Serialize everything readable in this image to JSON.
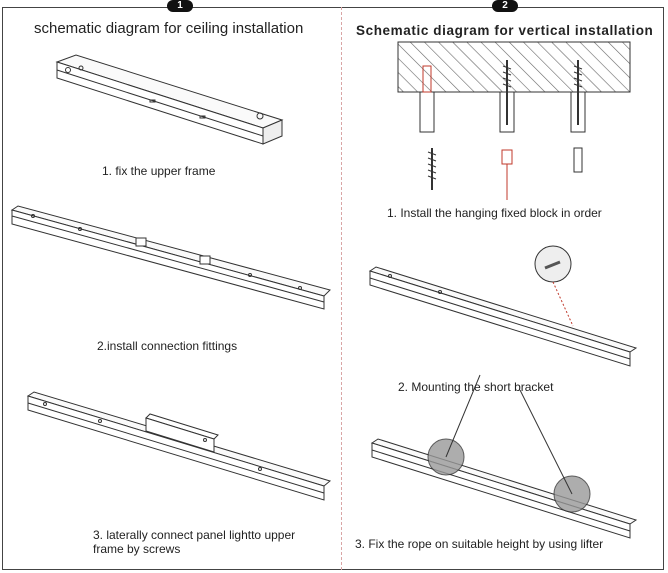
{
  "badges": {
    "left": "1",
    "right": "2"
  },
  "left": {
    "title": "schematic diagram for ceiling installation",
    "steps": [
      {
        "caption": "1. fix the upper frame"
      },
      {
        "caption": "2.install connection fittings"
      },
      {
        "caption": "3. laterally connect panel lightto upper frame by screws"
      }
    ]
  },
  "right": {
    "title": "Schematic diagram for vertical installation",
    "steps": [
      {
        "caption": "1. Install the hanging fixed block in order"
      },
      {
        "caption": "2. Mounting the short bracket"
      },
      {
        "caption": "3. Fix the rope on suitable height by using lifter"
      }
    ]
  },
  "colors": {
    "line": "#333333",
    "accent": "#c0392b",
    "hatch": "#555555"
  }
}
